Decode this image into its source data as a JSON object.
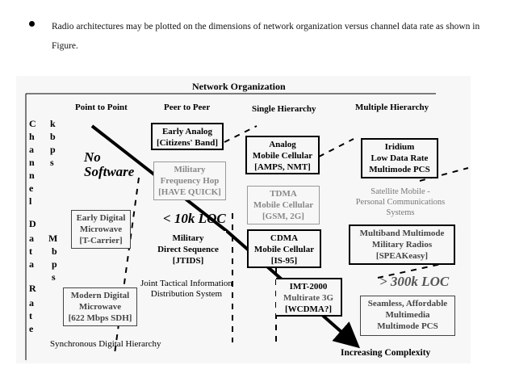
{
  "bullet": {
    "text": "Radio architectures may be plotted on the dimensions of network organization versus channel data rate as shown in Figure."
  },
  "figure": {
    "title": "Network Organization",
    "columns": [
      "Point to Point",
      "Peer to Peer",
      "Single  Hierarchy",
      "Multiple Hierarchy"
    ],
    "y_axis_left": [
      "C",
      "h",
      "a",
      "n",
      "n",
      "e",
      "l",
      "",
      "D",
      "a",
      "t",
      "a",
      "",
      "R",
      "a",
      "t",
      "e"
    ],
    "y_axis_unit": [
      "k",
      "b",
      "p",
      "s",
      "",
      "",
      "",
      "",
      "",
      "M",
      "b",
      "p",
      "s"
    ],
    "no_software": [
      "No",
      "Software"
    ],
    "loc_10k": "< 10k LOC",
    "loc_300k": "> 300k LOC",
    "increasing_complexity": "Increasing Complexity",
    "sdh_label": "Synchronous Digital Hierarchy",
    "jtids_label": [
      "Joint Tactical Information",
      "Distribution System"
    ],
    "boxes": {
      "early_analog": [
        "Early Analog",
        "[Citizens' Band]"
      ],
      "military_fh": [
        "Military",
        "Frequency Hop",
        "[HAVE QUICK]"
      ],
      "early_digital": [
        "Early Digital",
        "Microwave",
        "[T-Carrier]"
      ],
      "modern_digital": [
        "Modern Digital",
        "Microwave",
        "[622 Mbps SDH]"
      ],
      "military_ds": [
        "Military",
        "Direct Sequence",
        "[JTIDS]"
      ],
      "analog_cell": [
        "Analog",
        "Mobile Cellular",
        "[AMPS, NMT]"
      ],
      "tdma": [
        "TDMA",
        "Mobile Cellular",
        "[GSM, 2G]"
      ],
      "cdma": [
        "CDMA",
        "Mobile Cellular",
        "[IS-95]"
      ],
      "imt2000": [
        "IMT-2000",
        "Multirate 3G",
        "[WCDMA?]"
      ],
      "iridium": [
        "Iridium",
        "Low Data Rate",
        "Multimode PCS"
      ],
      "multiband": [
        "Multiband Multimode",
        "Military Radios",
        "[SPEAKeasy]"
      ],
      "seamless": [
        "Seamless, Affordable",
        "Multimedia",
        "Multimode PCS"
      ]
    },
    "satellite": [
      "Satellite Mobile -",
      "Personal Communications",
      "Systems"
    ]
  }
}
